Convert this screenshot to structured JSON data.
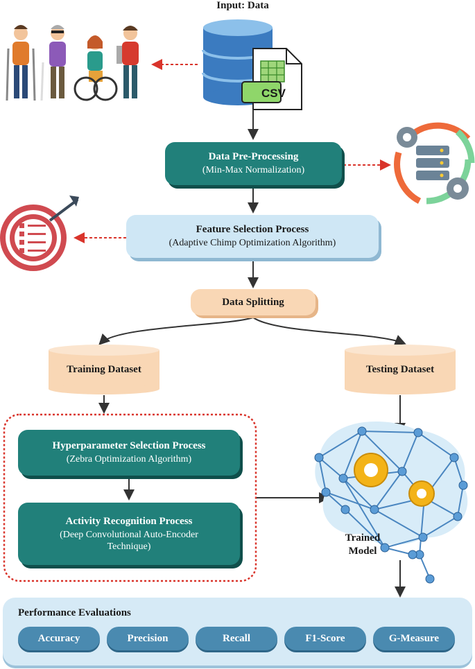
{
  "input_title": "Input: Data",
  "csv_label": "CSV",
  "preprocessing": {
    "title": "Data Pre-Processing",
    "subtitle": "(Min-Max Normalization)"
  },
  "feature_selection": {
    "title": "Feature Selection Process",
    "subtitle": "(Adaptive Chimp Optimization Algorithm)"
  },
  "data_splitting": "Data Splitting",
  "training_dataset": "Training Dataset",
  "testing_dataset": "Testing Dataset",
  "hyperparameter": {
    "title": "Hyperparameter Selection Process",
    "subtitle": "(Zebra Optimization Algorithm)"
  },
  "activity": {
    "title": "Activity Recognition Process",
    "subtitle_line1": "(Deep Convolutional Auto-Encoder",
    "subtitle_line2": "Technique)"
  },
  "trained_model": {
    "line1": "Trained",
    "line2": "Model"
  },
  "performance": {
    "title": "Performance Evaluations",
    "metrics": [
      "Accuracy",
      "Precision",
      "Recall",
      "F1-Score",
      "G-Measure"
    ]
  },
  "colors": {
    "teal": "#21807a",
    "light_blue": "#cfe7f5",
    "peach": "#f9d7b5",
    "pill": "#4a8ab0",
    "dashed_red": "#d9342b"
  }
}
